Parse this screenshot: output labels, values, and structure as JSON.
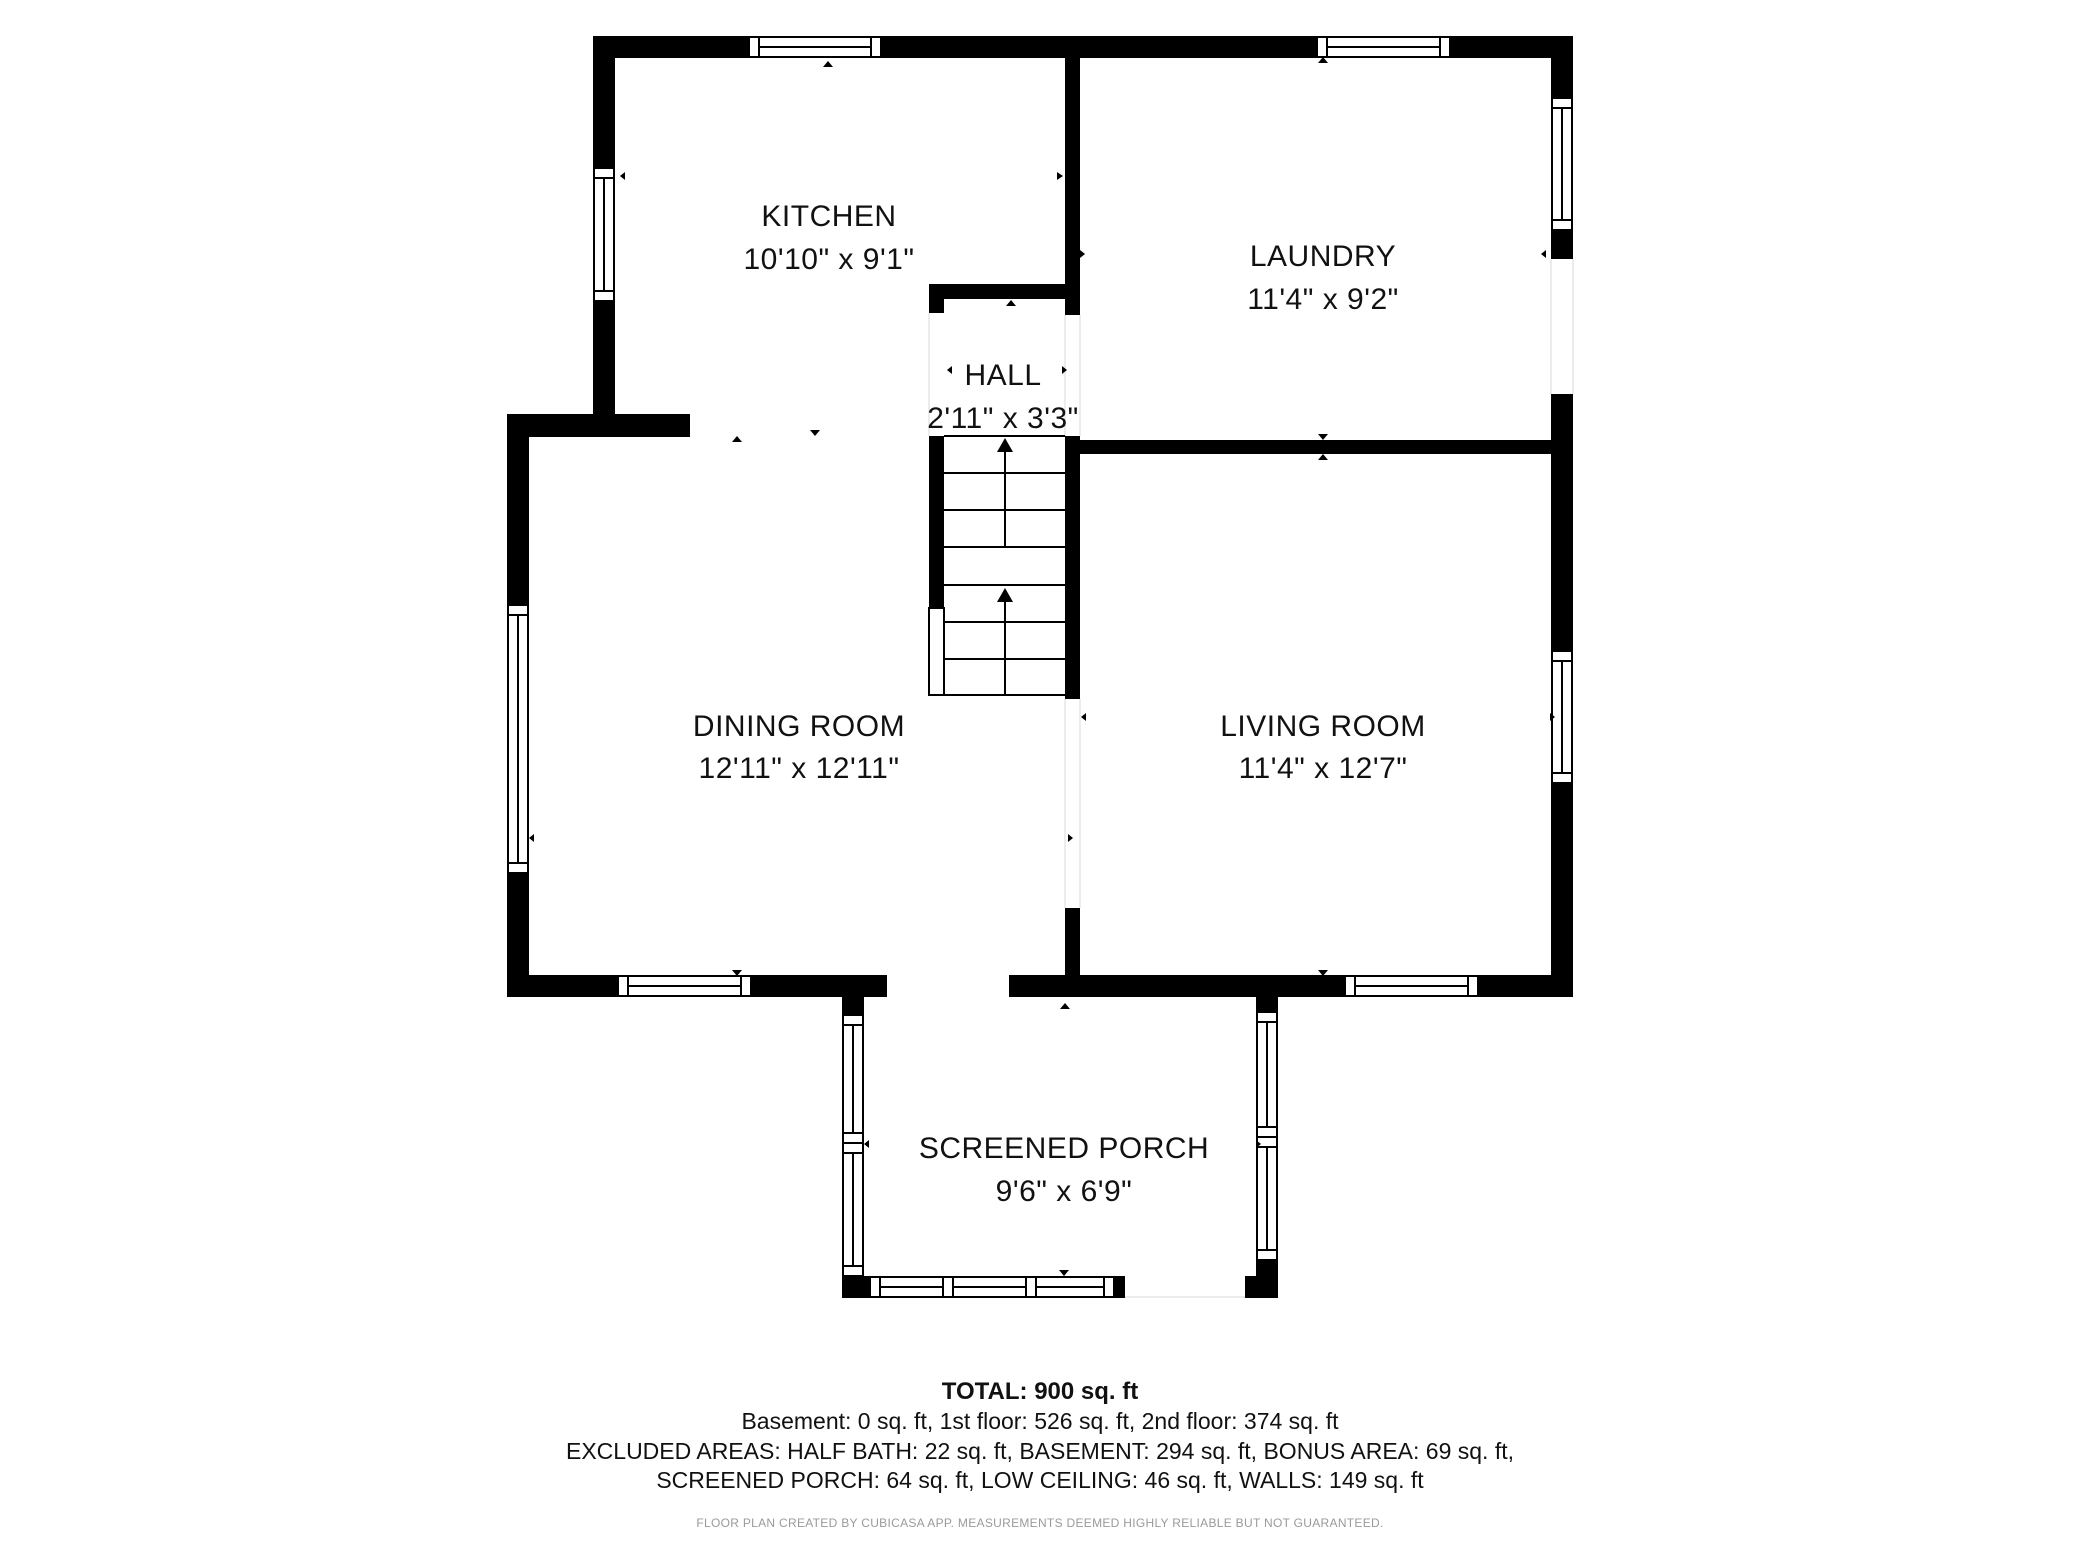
{
  "plan": {
    "wall_color": "#000000",
    "background": "#ffffff",
    "rooms": [
      {
        "name": "KITCHEN",
        "dims": "10'10\" x 9'1\""
      },
      {
        "name": "LAUNDRY",
        "dims": "11'4\" x 9'2\""
      },
      {
        "name": "HALL",
        "dims": "2'11\" x 3'3\""
      },
      {
        "name": "DINING ROOM",
        "dims": "12'11\" x 12'11\""
      },
      {
        "name": "LIVING ROOM",
        "dims": "11'4\" x 12'7\""
      },
      {
        "name": "SCREENED PORCH",
        "dims": "9'6\" x 6'9\""
      }
    ]
  },
  "footer": {
    "total": "TOTAL: 900 sq. ft",
    "floors": "Basement: 0 sq. ft, 1st floor: 526 sq. ft, 2nd floor: 374 sq. ft",
    "excluded_1": "EXCLUDED AREAS: HALF BATH: 22 sq. ft, BASEMENT: 294 sq. ft, BONUS AREA: 69 sq. ft,",
    "excluded_2": "SCREENED PORCH: 64 sq. ft, LOW CEILING: 46 sq. ft, WALLS: 149 sq. ft",
    "disclaimer": "FLOOR PLAN CREATED BY CUBICASA APP. MEASUREMENTS DEEMED HIGHLY RELIABLE BUT NOT GUARANTEED."
  }
}
